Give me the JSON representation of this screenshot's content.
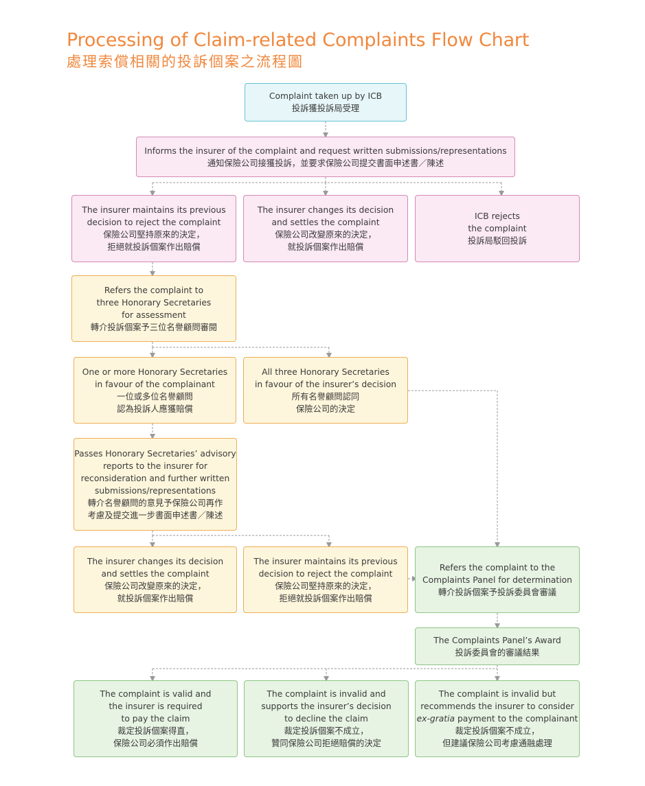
{
  "header": {
    "title_en": "Processing of Claim-related Complaints Flow Chart",
    "title_zh": "處理索償相關的投訴個案之流程圖"
  },
  "boxes": {
    "taken_up": [
      "Complaint taken up by ICB",
      "投訴獲投訴局受理"
    ],
    "informs": [
      "Informs the insurer of the complaint and request written submissions/representations",
      "通知保險公司接獲投訴，並要求保險公司提交書面申述書／陳述"
    ],
    "maintains_1": [
      "The insurer maintains its previous",
      "decision to reject the complaint",
      "保險公司堅持原來的決定，",
      "拒絕就投訴個案作出賠償"
    ],
    "changes_1": [
      "The insurer changes its decision",
      "and settles the complaint",
      "保險公司改變原來的決定，",
      "就投訴個案作出賠償"
    ],
    "rejects": [
      "ICB rejects",
      "the complaint",
      "投訴局駁回投訴"
    ],
    "refers_hs": [
      "Refers the complaint to",
      "three Honorary Secretaries",
      "for assessment",
      "轉介投訴個案予三位名譽顧問審閱"
    ],
    "one_or_more": [
      "One or more Honorary Secretaries",
      "in favour of the complainant",
      "一位或多位名譽顧問",
      "認為投訴人應獲賠償"
    ],
    "all_three": [
      "All three Honorary  Secretaries",
      "in favour of  the insurer’s decision",
      "所有名譽顧問認同",
      "保險公司的決定"
    ],
    "passes": [
      "Passes Honorary Secretaries’ advisory",
      "reports to the insurer for",
      "reconsideration and further written",
      "submissions/representations",
      "轉介名譽顧問的意見予保險公司再作",
      "考慮及提交進一步書面申述書／陳述"
    ],
    "changes_2": [
      "The insurer changes its decision",
      "and settles the complaint",
      "保險公司改變原來的決定，",
      "就投訴個案作出賠償"
    ],
    "maintains_2": [
      "The insurer maintains its previous",
      "decision to reject the complaint",
      "保險公司堅持原來的決定，",
      "拒絕就投訴個案作出賠償"
    ],
    "refers_panel": [
      "Refers the complaint to the",
      "Complaints Panel for determination",
      "轉介投訴個案予投訴委員會審議"
    ],
    "award": [
      "The Complaints Panel’s Award",
      "投訴委員會的審議結果"
    ],
    "valid": [
      "The complaint is valid and",
      "the insurer is required",
      "to pay the claim",
      "裁定投訴個案得直，",
      "保險公司必須作出賠償"
    ],
    "invalid_supports": [
      "The complaint is invalid and",
      "supports the insurer’s decision",
      "to decline the claim",
      "裁定投訴個案不成立，",
      "贊同保險公司拒絕賠償的決定"
    ],
    "invalid_recommends": {
      "l1": "The complaint is invalid but",
      "l2": "recommends the insurer to consider",
      "l3_italic": "ex-gratia",
      "l3_rest": " payment to the complainant",
      "l4": "裁定投訴個案不成立，",
      "l5": "但建議保險公司考慮通融處理"
    }
  },
  "colors": {
    "title": "#f0883e",
    "blue": "#67c2d4",
    "pink": "#d28ab6",
    "yellow": "#eeae55",
    "green": "#8dc584",
    "connector": "#9a9a9a"
  }
}
